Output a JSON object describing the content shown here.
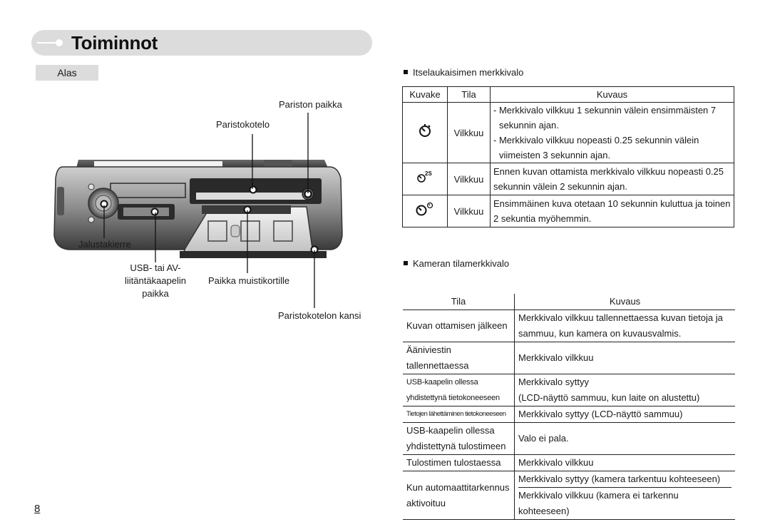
{
  "header": {
    "title": "Toiminnot"
  },
  "view_tag": "Alas",
  "diagram": {
    "labels": {
      "battery_slot": "Pariston paikka",
      "battery_compartment": "Paristokotelo",
      "tripod_socket": "Jalustakierre",
      "usb_av_line1": "USB- tai AV-",
      "usb_av_line2": "liitäntäkaapelin",
      "usb_av_line3": "paikka",
      "memory_card_slot": "Paikka muistikortille",
      "compartment_cover": "Paristokotelon kansi"
    }
  },
  "self_timer_section": {
    "title": "Itselaukaisimen merkkivalo",
    "headers": [
      "Kuvake",
      "Tila",
      "Kuvaus"
    ],
    "rows": [
      {
        "icon": "self-timer-icon",
        "state": "Vilkkuu",
        "lines": [
          "- Merkkivalo vilkkuu 1 sekunnin välein ensimmäisten 7",
          "  sekunnin ajan.",
          "- Merkkivalo vilkkuu nopeasti 0.25 sekunnin välein",
          "  viimeisten 3 sekunnin ajan."
        ]
      },
      {
        "icon": "self-timer-2s-icon",
        "icon_text": "2S",
        "state": "Vilkkuu",
        "lines": [
          "Ennen kuvan ottamista merkkivalo vilkkuu nopeasti 0.25",
          "sekunnin välein 2 sekunnin ajan."
        ]
      },
      {
        "icon": "double-self-timer-icon",
        "state": "Vilkkuu",
        "lines": [
          "Ensimmäinen kuva otetaan 10 sekunnin kuluttua ja toinen",
          "2 sekuntia myöhemmin."
        ]
      }
    ]
  },
  "status_section": {
    "title": "Kameran tilamerkkivalo",
    "headers": [
      "Tila",
      "Kuvaus"
    ],
    "rows": [
      {
        "state": [
          "Kuvan ottamisen jälkeen"
        ],
        "desc": [
          "Merkkivalo vilkkuu tallennettaessa kuvan tietoja ja",
          "sammuu, kun kamera on kuvausvalmis."
        ]
      },
      {
        "state": [
          "Ääniviestin tallennettaessa"
        ],
        "desc": [
          "Merkkivalo vilkkuu"
        ]
      },
      {
        "state": [
          "USB-kaapelin ollessa",
          "yhdistettynä tietokoneeseen"
        ],
        "desc": [
          "Merkkivalo syttyy",
          "(LCD-näyttö sammuu, kun laite on alustettu)"
        ]
      },
      {
        "state": [
          "Tietojen lähettäminen tietokoneeseen"
        ],
        "desc": [
          "Merkkivalo syttyy (LCD-näyttö sammuu)"
        ]
      },
      {
        "state": [
          "USB-kaapelin ollessa",
          "yhdistettynä tulostimeen"
        ],
        "desc": [
          "Valo ei pala."
        ]
      },
      {
        "state": [
          "Tulostimen tulostaessa"
        ],
        "desc": [
          "Merkkivalo vilkkuu"
        ]
      },
      {
        "state": [
          "Kun automaattitarkennus",
          "aktivoituu"
        ],
        "desc": [
          "Merkkivalo syttyy (kamera tarkentuu kohteeseen)",
          "Merkkivalo vilkkuu (kamera ei tarkennu kohteeseen)"
        ]
      }
    ]
  },
  "page_number": "8"
}
